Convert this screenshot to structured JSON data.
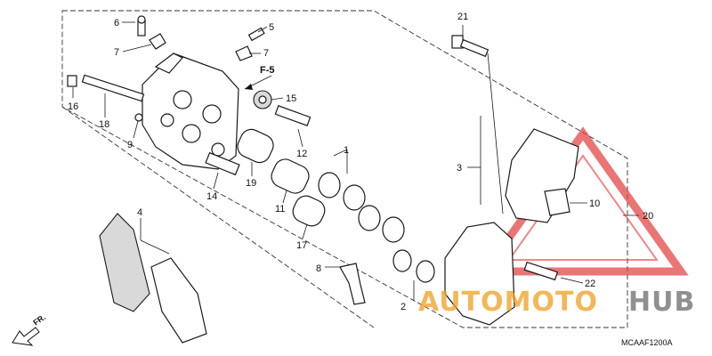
{
  "diagram_code": "MCAAF1200A",
  "direction_label": "FR.",
  "reference_label": "F-5",
  "callouts": [
    "6",
    "5",
    "7",
    "7",
    "16",
    "18",
    "9",
    "15",
    "12",
    "14",
    "19",
    "11",
    "17",
    "8",
    "4",
    "1",
    "2",
    "21",
    "3",
    "10",
    "20",
    "22"
  ],
  "watermark": {
    "brand_part1": "AUTOMOTO",
    "brand_part2": "HUB",
    "color_triangle": "#e23b3b",
    "color_auto": "#f0a020",
    "color_hub": "#6b6b6b"
  },
  "colors": {
    "line": "#1a1a1a",
    "background": "#ffffff"
  }
}
